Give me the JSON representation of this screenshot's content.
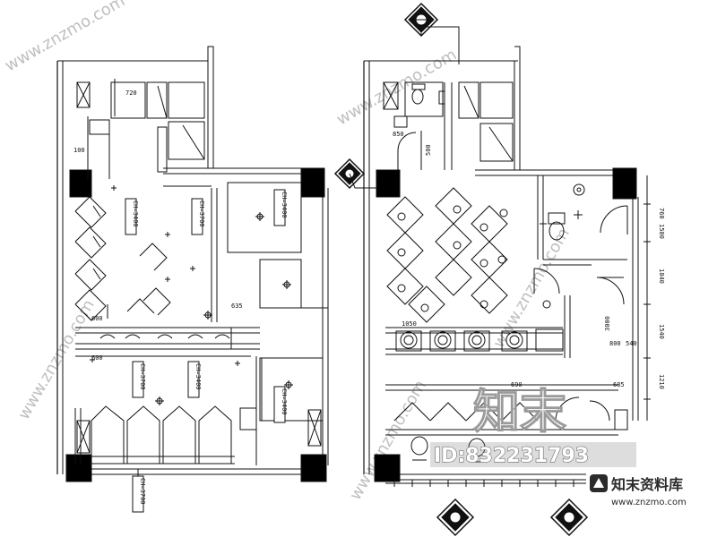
{
  "watermark": {
    "site_url": "www.znzmo.com",
    "big_text": "知末",
    "id_text": "ID:832231793",
    "logo_cn": "知末资料库",
    "logo_url": "www.znzmo.com"
  },
  "left_plan": {
    "dims": {
      "d720": "720",
      "d100": "100",
      "d635": "635",
      "d600": "600"
    },
    "ceiling_labels": {
      "ch3400_a": "CH=3400",
      "ch3700_a": "CH=3700",
      "ch3400_b": "CH=3400",
      "ch3700_b": "CH=3700",
      "ch3400_c": "CH=3400",
      "ch3400_d": "CH=3400",
      "ch3700_c": "CH=3700"
    }
  },
  "right_plan": {
    "dims": {
      "d850": "850",
      "d1050": "1050",
      "d500": "500",
      "d760": "760",
      "d1500": "1500",
      "d1840": "1840",
      "d1540": "1540",
      "d1210": "1210",
      "d800": "800",
      "d540": "540",
      "d685": "685",
      "d690": "690",
      "d3000": "3000"
    }
  },
  "colors": {
    "line": "#111111",
    "column": "#000000",
    "watermark_gray": "#bfbfbf"
  }
}
